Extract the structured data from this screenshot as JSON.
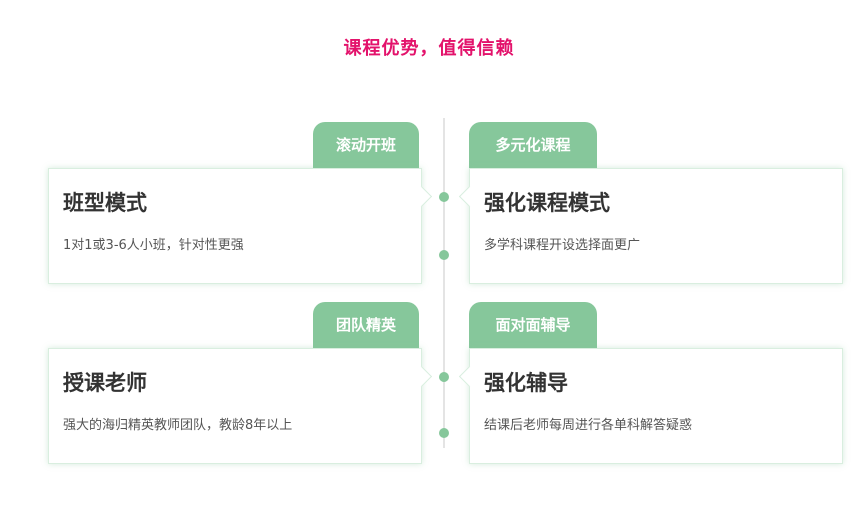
{
  "title": "课程优势，值得信赖",
  "colors": {
    "accent_pink": "#e3126b",
    "tag_green": "#86c79b"
  },
  "features": [
    {
      "tag": "滚动开班",
      "heading": "班型模式",
      "desc": "1对1或3-6人小班，针对性更强"
    },
    {
      "tag": "多元化课程",
      "heading": "强化课程模式",
      "desc": "多学科课程开设选择面更广"
    },
    {
      "tag": "团队精英",
      "heading": "授课老师",
      "desc": "强大的海归精英教师团队，教龄8年以上"
    },
    {
      "tag": "面对面辅导",
      "heading": "强化辅导",
      "desc": "结课后老师每周进行各单科解答疑惑"
    }
  ]
}
